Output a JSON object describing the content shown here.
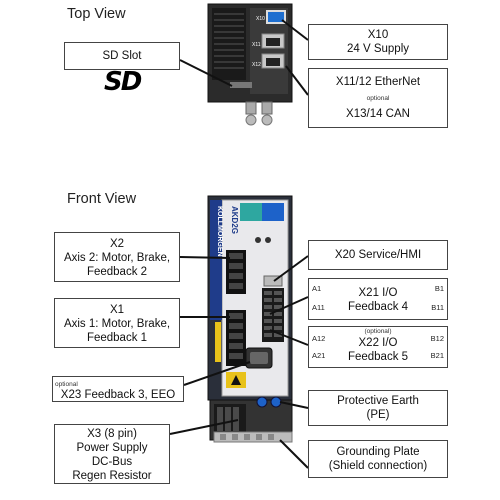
{
  "headings": {
    "top_view": "Top View",
    "front_view": "Front View"
  },
  "sd_logo": "SD",
  "callouts": {
    "sd_slot": {
      "lines": [
        "SD Slot"
      ]
    },
    "x10": {
      "lines": [
        "X10",
        "24 V Supply"
      ]
    },
    "x11_12": {
      "line1": "X11/12 EtherNet",
      "optional": "optional",
      "line2": "X13/14 CAN"
    },
    "x2": {
      "lines": [
        "X2",
        "Axis 2: Motor, Brake,",
        "Feedback 2"
      ]
    },
    "x1": {
      "lines": [
        "X1",
        "Axis 1: Motor, Brake,",
        "Feedback 1"
      ]
    },
    "x20": {
      "lines": [
        "X20 Service/HMI"
      ]
    },
    "x21": {
      "lines": [
        "X21 I/O",
        "Feedback 4"
      ],
      "corners": [
        "A1",
        "B1",
        "A11",
        "B11"
      ]
    },
    "x22": {
      "optional": "(optional)",
      "lines": [
        "X22 I/O",
        "Feedback 5"
      ],
      "corners": [
        "A12",
        "B12",
        "A21",
        "B21"
      ]
    },
    "x23": {
      "optional": "optional",
      "lines": [
        "X23 Feedback 3, EEO"
      ]
    },
    "pe": {
      "lines": [
        "Protective Earth",
        "(PE)"
      ]
    },
    "x3": {
      "lines": [
        "X3 (8 pin)",
        "Power Supply",
        "DC-Bus",
        "Regen Resistor"
      ]
    },
    "grounding": {
      "lines": [
        "Grounding Plate",
        "(Shield connection)"
      ]
    }
  },
  "device": {
    "brand": "KOLLMORGEN",
    "model": "AKD2G",
    "connectors_top": [
      "X10",
      "X11",
      "X12"
    ],
    "connectors_front": [
      "X2",
      "X1",
      "X20",
      "X21",
      "X22",
      "X23"
    ]
  }
}
